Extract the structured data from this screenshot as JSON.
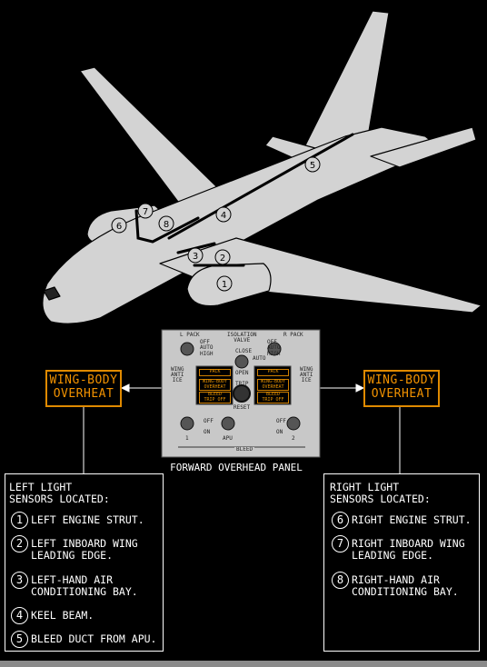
{
  "left_annunciator": {
    "line1": "WING-BODY",
    "line2": "OVERHEAT"
  },
  "right_annunciator": {
    "line1": "WING-BODY",
    "line2": "OVERHEAT"
  },
  "panel": {
    "caption": "FORWARD OVERHEAD PANEL",
    "l_pack": "L PACK",
    "r_pack": "R PACK",
    "isolation_valve": "ISOLATION\nVALVE",
    "close": "CLOSE",
    "open": "OPEN",
    "auto": "AUTO",
    "off": "OFF",
    "high": "HIGH",
    "wing_anti_ice": "WING\nANTI\nICE",
    "pack_light": "PACK",
    "wing_body_overheat_light": "WING-BODY\nOVERHEAT",
    "bleed_trip_off_light": "BLEED\nTRIP OFF",
    "trip": "TRIP",
    "reset": "RESET",
    "on": "ON",
    "eng1": "1",
    "apu": "APU",
    "eng2": "2",
    "bleed": "BLEED"
  },
  "left_sensors": {
    "heading": "LEFT LIGHT\nSENSORS LOCATED:",
    "items": [
      {
        "num": "1",
        "text": "LEFT ENGINE STRUT."
      },
      {
        "num": "2",
        "text": "LEFT INBOARD WING\n  LEADING EDGE."
      },
      {
        "num": "3",
        "text": "LEFT-HAND AIR\n  CONDITIONING BAY."
      },
      {
        "num": "4",
        "text": "KEEL BEAM."
      },
      {
        "num": "5",
        "text": "BLEED DUCT FROM APU."
      }
    ]
  },
  "right_sensors": {
    "heading": "RIGHT LIGHT\nSENSORS LOCATED:",
    "items": [
      {
        "num": "6",
        "text": "RIGHT ENGINE STRUT."
      },
      {
        "num": "7",
        "text": "RIGHT INBOARD WING\n  LEADING EDGE."
      },
      {
        "num": "8",
        "text": "RIGHT-HAND AIR\n  CONDITIONING BAY."
      }
    ]
  },
  "aircraft_markers": [
    "1",
    "2",
    "3",
    "4",
    "5",
    "6",
    "7",
    "8"
  ],
  "colors": {
    "amber": "#f29200",
    "aircraft_fill": "#d3d3d3",
    "panel_fill": "#c8c8c8"
  }
}
